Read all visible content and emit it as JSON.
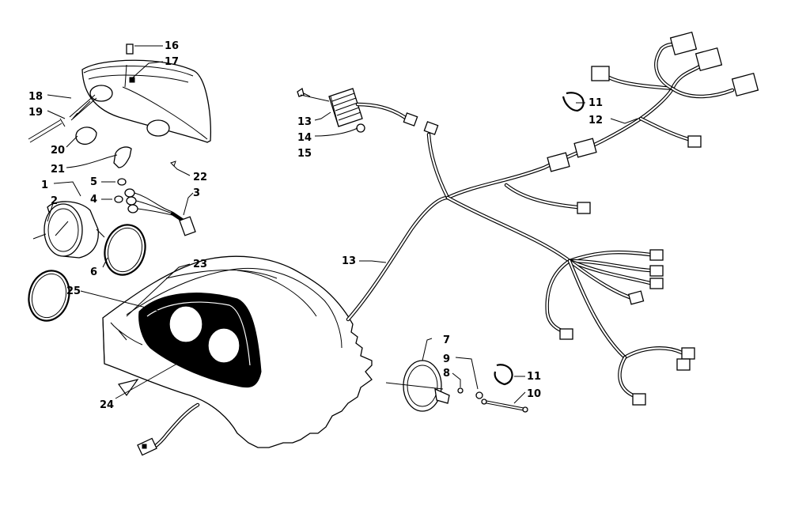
{
  "callouts": [
    {
      "id": "c1",
      "text": "1"
    },
    {
      "id": "c2",
      "text": "2"
    },
    {
      "id": "c3",
      "text": "3"
    },
    {
      "id": "c4",
      "text": "4"
    },
    {
      "id": "c5",
      "text": "5"
    },
    {
      "id": "c6",
      "text": "6"
    },
    {
      "id": "c7",
      "text": "7"
    },
    {
      "id": "c8",
      "text": "8"
    },
    {
      "id": "c9",
      "text": "9"
    },
    {
      "id": "c10",
      "text": "10"
    },
    {
      "id": "c11a",
      "text": "11"
    },
    {
      "id": "c11b",
      "text": "11"
    },
    {
      "id": "c12",
      "text": "12"
    },
    {
      "id": "c13",
      "text": "13"
    },
    {
      "id": "c14",
      "text": "14"
    },
    {
      "id": "c15",
      "text": "15"
    },
    {
      "id": "c16",
      "text": "16"
    },
    {
      "id": "c17",
      "text": "17"
    },
    {
      "id": "c18",
      "text": "18"
    },
    {
      "id": "c19",
      "text": "19"
    },
    {
      "id": "c20",
      "text": "20"
    },
    {
      "id": "c21",
      "text": "21"
    },
    {
      "id": "c22",
      "text": "22"
    },
    {
      "id": "c23",
      "text": "23"
    },
    {
      "id": "c24",
      "text": "24"
    },
    {
      "id": "c25",
      "text": "25"
    },
    {
      "id": "c26",
      "text": "26"
    }
  ]
}
